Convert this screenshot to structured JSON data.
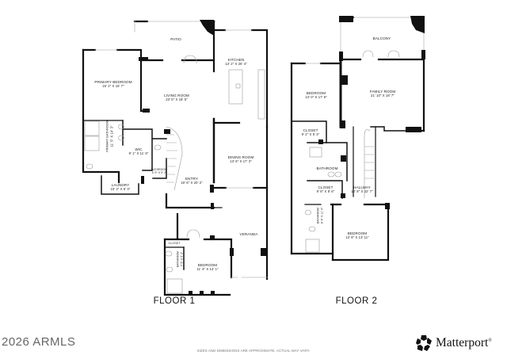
{
  "floors": [
    {
      "label": "FLOOR 1",
      "rooms": [
        {
          "name": "PATIO",
          "dims": ""
        },
        {
          "name": "KITCHEN",
          "dims": "13' 2\" x 26' 4\""
        },
        {
          "name": "PRIMARY BEDROOM",
          "dims": "15' 2\" x 18' 7\""
        },
        {
          "name": "LIVING ROOM",
          "dims": "23' 5\" x 18' 5\""
        },
        {
          "name": "PRIMARY BATHROOM",
          "dims": "11' 5\" x 14' 3\""
        },
        {
          "name": "WIC",
          "dims": "9' 1\" x 11' 6\""
        },
        {
          "name": "BATHROOM",
          "dims": "5' 9\" x 5' 2\""
        },
        {
          "name": "DINING ROOM",
          "dims": "13' 6\" x 17' 3\""
        },
        {
          "name": "LAUNDRY",
          "dims": "10' 2\" x 6' 0\""
        },
        {
          "name": "ENTRY",
          "dims": "19' 6\" x 20' 2\""
        },
        {
          "name": "VERANDA",
          "dims": ""
        },
        {
          "name": "CLOSET",
          "dims": ""
        },
        {
          "name": "BATHROOM",
          "dims": "7' 5\" x 5' 2\""
        },
        {
          "name": "BEDROOM",
          "dims": "11' 4\" x 14' 1\""
        }
      ]
    },
    {
      "label": "FLOOR 2",
      "rooms": [
        {
          "name": "BALCONY",
          "dims": ""
        },
        {
          "name": "BEDROOM",
          "dims": "13' 0\" x 17' 6\""
        },
        {
          "name": "FAMILY ROOM",
          "dims": "21' 10\" x 18' 7\""
        },
        {
          "name": "CLOSET",
          "dims": "9' 2\" x 5' 3\""
        },
        {
          "name": "BATHROOM",
          "dims": ""
        },
        {
          "name": "CLOSET",
          "dims": "9' 8\" x 6' 6\""
        },
        {
          "name": "HALLWAY",
          "dims": "12' 8\" x 22' 7\""
        },
        {
          "name": "BATHROOM",
          "dims": "8' 4\" x 11' 3\""
        },
        {
          "name": "BEDROOM",
          "dims": "13' 6\" x 13' 11\""
        }
      ]
    }
  ],
  "footer": {
    "copyright": "2026 ARMLS",
    "disclaimer": "SIZES AND DIMENSIONS ARE APPROXIMATE, ACTUAL MAY VARY.",
    "brand": "Matterport",
    "brand_mark": "®"
  },
  "colors": {
    "wall": "#111111",
    "window": "#bbbbbb",
    "fixture": "#999999"
  }
}
